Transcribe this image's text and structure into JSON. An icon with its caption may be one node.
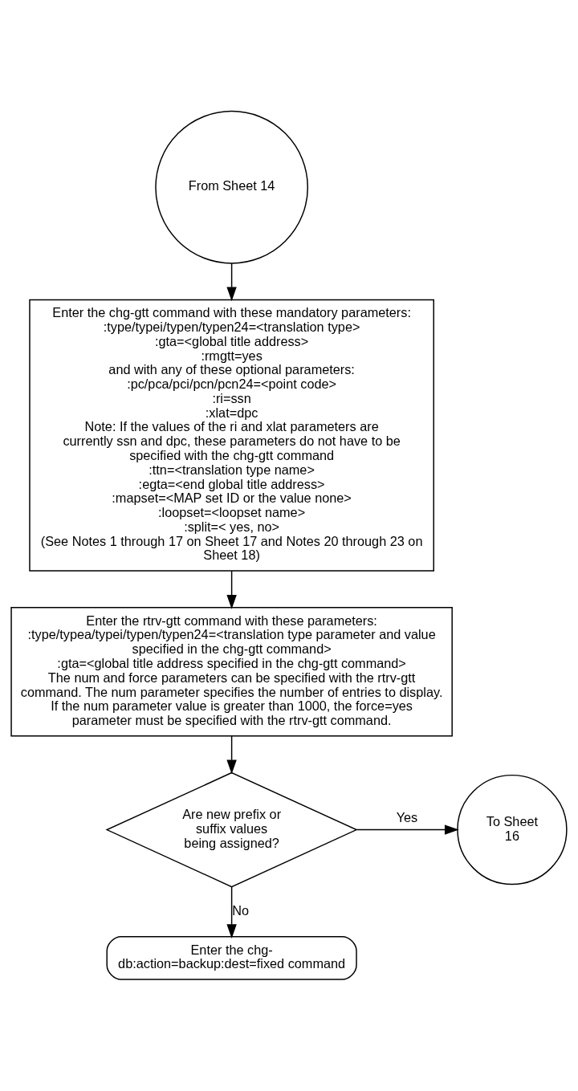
{
  "diagram": {
    "nodes": [
      {
        "text": [
          "From Sheet 14"
        ]
      },
      {
        "text": [
          "Enter the chg-gtt command with these mandatory parameters:",
          ":type/typei/typen/typen24=<translation type>",
          ":gta=<global title address>",
          ":rmgtt=yes",
          "and with any of these optional parameters:",
          ":pc/pca/pci/pcn/pcn24=<point code>",
          ":ri=ssn",
          ":xlat=dpc",
          "Note: If the values of the ri and xlat parameters are currently ssn and dpc, these parameters do not have to be specified with the chg-gtt command",
          ":ttn=<translation type name>",
          ":egta=<end global title address>",
          ":mapset=<MAP set ID or the value none>",
          ":loopset=<loopset name>",
          ":split=< yes, no>",
          "(See Notes 1 through 17 on Sheet 17 and Notes 20 through 23 on Sheet 18)"
        ]
      },
      {
        "text": [
          "Enter the rtrv-gtt command with these parameters:",
          ":type/typea/typei/typen/typen24=<translation type parameter and value specified in the chg-gtt command>",
          ":gta=<global title address specified in the chg-gtt command>",
          "The num and force parameters can be specified with the rtrv-gtt command. The num parameter specifies the number of entries to display. If the num parameter value is greater than 1000, the force=yes parameter must be specified with the rtrv-gtt command."
        ]
      },
      {
        "text": [
          "Are new prefix or suffix values being assigned?"
        ]
      },
      {
        "text": [
          "To Sheet 16"
        ]
      },
      {
        "text": [
          "Enter the chg-db:action=backup:dest=fixed command"
        ]
      }
    ],
    "edges": [
      {
        "from": 0,
        "to": 1,
        "arrow": "to"
      },
      {
        "from": 1,
        "to": 2,
        "arrow": "to"
      },
      {
        "from": 2,
        "to": 3,
        "arrow": "to"
      },
      {
        "from": 3,
        "to": 4,
        "arrow": "to",
        "label": "Yes"
      },
      {
        "from": 3,
        "to": 5,
        "arrow": "to",
        "label": "No"
      }
    ]
  }
}
